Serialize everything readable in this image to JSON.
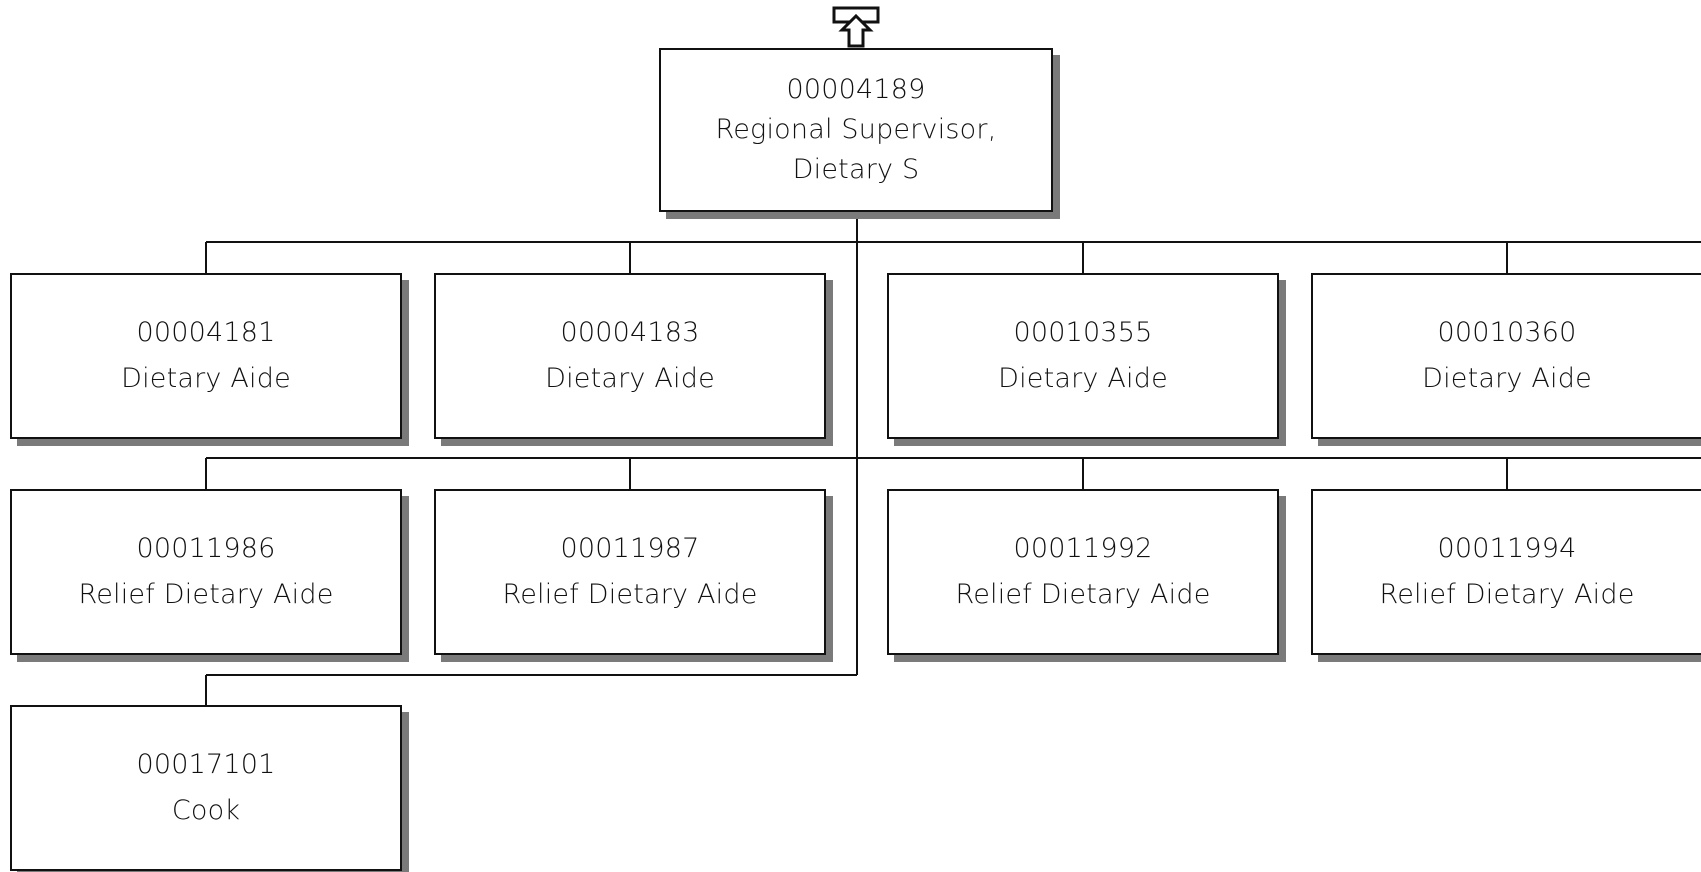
{
  "top_node": {
    "id": "00004189",
    "title": "Regional Supervisor, Dietary S"
  },
  "row1": [
    {
      "id": "00004181",
      "title": "Dietary Aide"
    },
    {
      "id": "00004183",
      "title": "Dietary Aide"
    },
    {
      "id": "00010355",
      "title": "Dietary Aide"
    },
    {
      "id": "00010360",
      "title": "Dietary Aide"
    }
  ],
  "row2": [
    {
      "id": "00011986",
      "title": "Relief Dietary Aide"
    },
    {
      "id": "00011987",
      "title": "Relief Dietary Aide"
    },
    {
      "id": "00011992",
      "title": "Relief Dietary Aide"
    },
    {
      "id": "00011994",
      "title": "Relief Dietary Aide"
    }
  ],
  "row3": [
    {
      "id": "00017101",
      "title": "Cook"
    }
  ],
  "icons": {
    "navigate_up": "navigate-up-arrow-icon"
  },
  "colors": {
    "border": "#111111",
    "shadow": "#7a7a7a",
    "background": "#ffffff"
  }
}
